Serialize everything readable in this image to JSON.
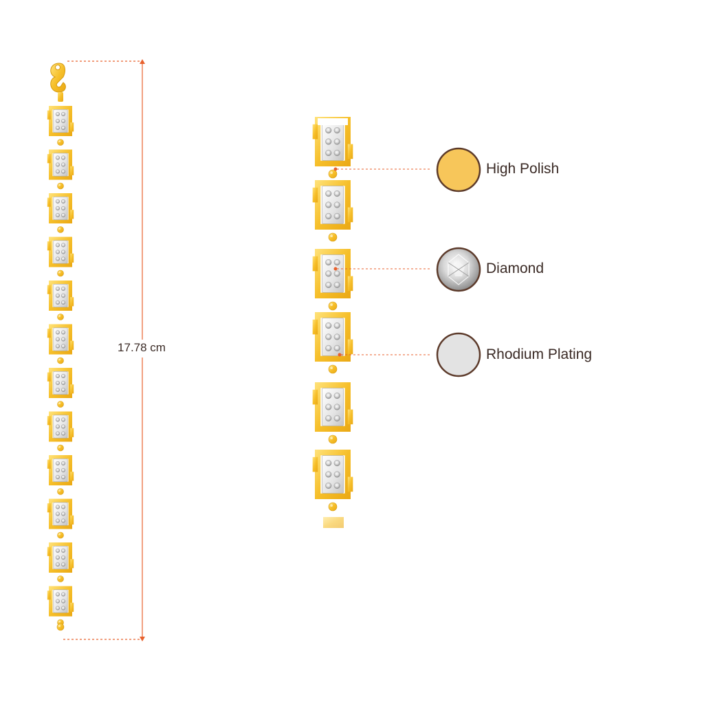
{
  "measurement": {
    "length_label": "17.78 cm"
  },
  "legend": {
    "items": [
      {
        "label": "High Polish",
        "swatch": "gold-swatch-icon",
        "color": "#f7c65a"
      },
      {
        "label": "Diamond",
        "swatch": "diamond-swatch-icon",
        "color": "#e9e9e9"
      },
      {
        "label": "Rhodium Plating",
        "swatch": "rhodium-swatch-icon",
        "color": "#e3e3e3"
      }
    ],
    "ring_color": "#5c3a2a"
  },
  "colors": {
    "gold": "#f6bf2a",
    "gold_light": "#ffd86a",
    "gold_dark": "#e8a514",
    "silver": "#e6e6e6",
    "silver_dark": "#b9b9b9",
    "guide_line": "#e8602c"
  }
}
